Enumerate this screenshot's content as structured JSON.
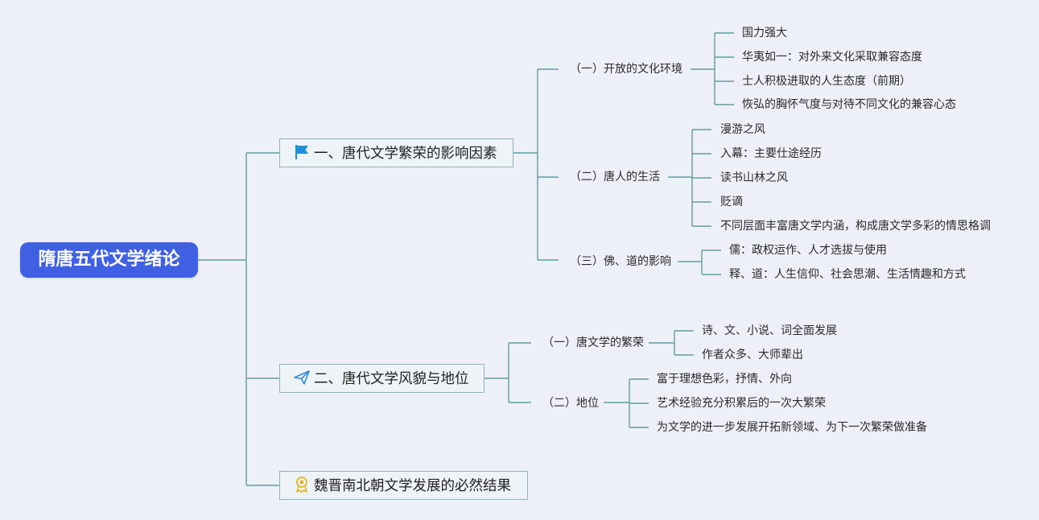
{
  "root": "隋唐五代文学绪论",
  "branch1": {
    "label": "一、唐代文学繁荣的影响因素",
    "icon": "flag-icon",
    "sub1": {
      "label": "（一）开放的文化环境",
      "items": [
        "国力强大",
        "华夷如一：对外来文化采取兼容态度",
        "士人积极进取的人生态度（前期）",
        "恢弘的胸怀气度与对待不同文化的兼容心态"
      ]
    },
    "sub2": {
      "label": "（二）唐人的生活",
      "items": [
        "漫游之风",
        "入幕：主要仕途经历",
        "读书山林之风",
        "贬谪",
        "不同层面丰富唐文学内涵，构成唐文学多彩的情思格调"
      ]
    },
    "sub3": {
      "label": "（三）佛、道的影响",
      "items": [
        "儒：政权运作、人才选拔与使用",
        "释、道：人生信仰、社会思潮、生活情趣和方式"
      ]
    }
  },
  "branch2": {
    "label": "二、唐代文学风貌与地位",
    "icon": "paper-plane-icon",
    "sub1": {
      "label": "（一）唐文学的繁荣",
      "items": [
        "诗、文、小说、词全面发展",
        "作者众多、大师辈出"
      ]
    },
    "sub2": {
      "label": "（二）地位",
      "items": [
        "富于理想色彩，抒情、外向",
        "艺术经验充分积累后的一次大繁荣",
        "为文学的进一步发展开拓新领域、为下一次繁荣做准备"
      ]
    }
  },
  "branch3": {
    "label": "魏晋南北朝文学发展的必然结果",
    "icon": "award-icon"
  },
  "colors": {
    "root_bg": "#4060e4",
    "line": "#5f9ea0",
    "flag": "#1f8ed8",
    "plane": "#2e8bd0",
    "award": "#e8b422"
  }
}
